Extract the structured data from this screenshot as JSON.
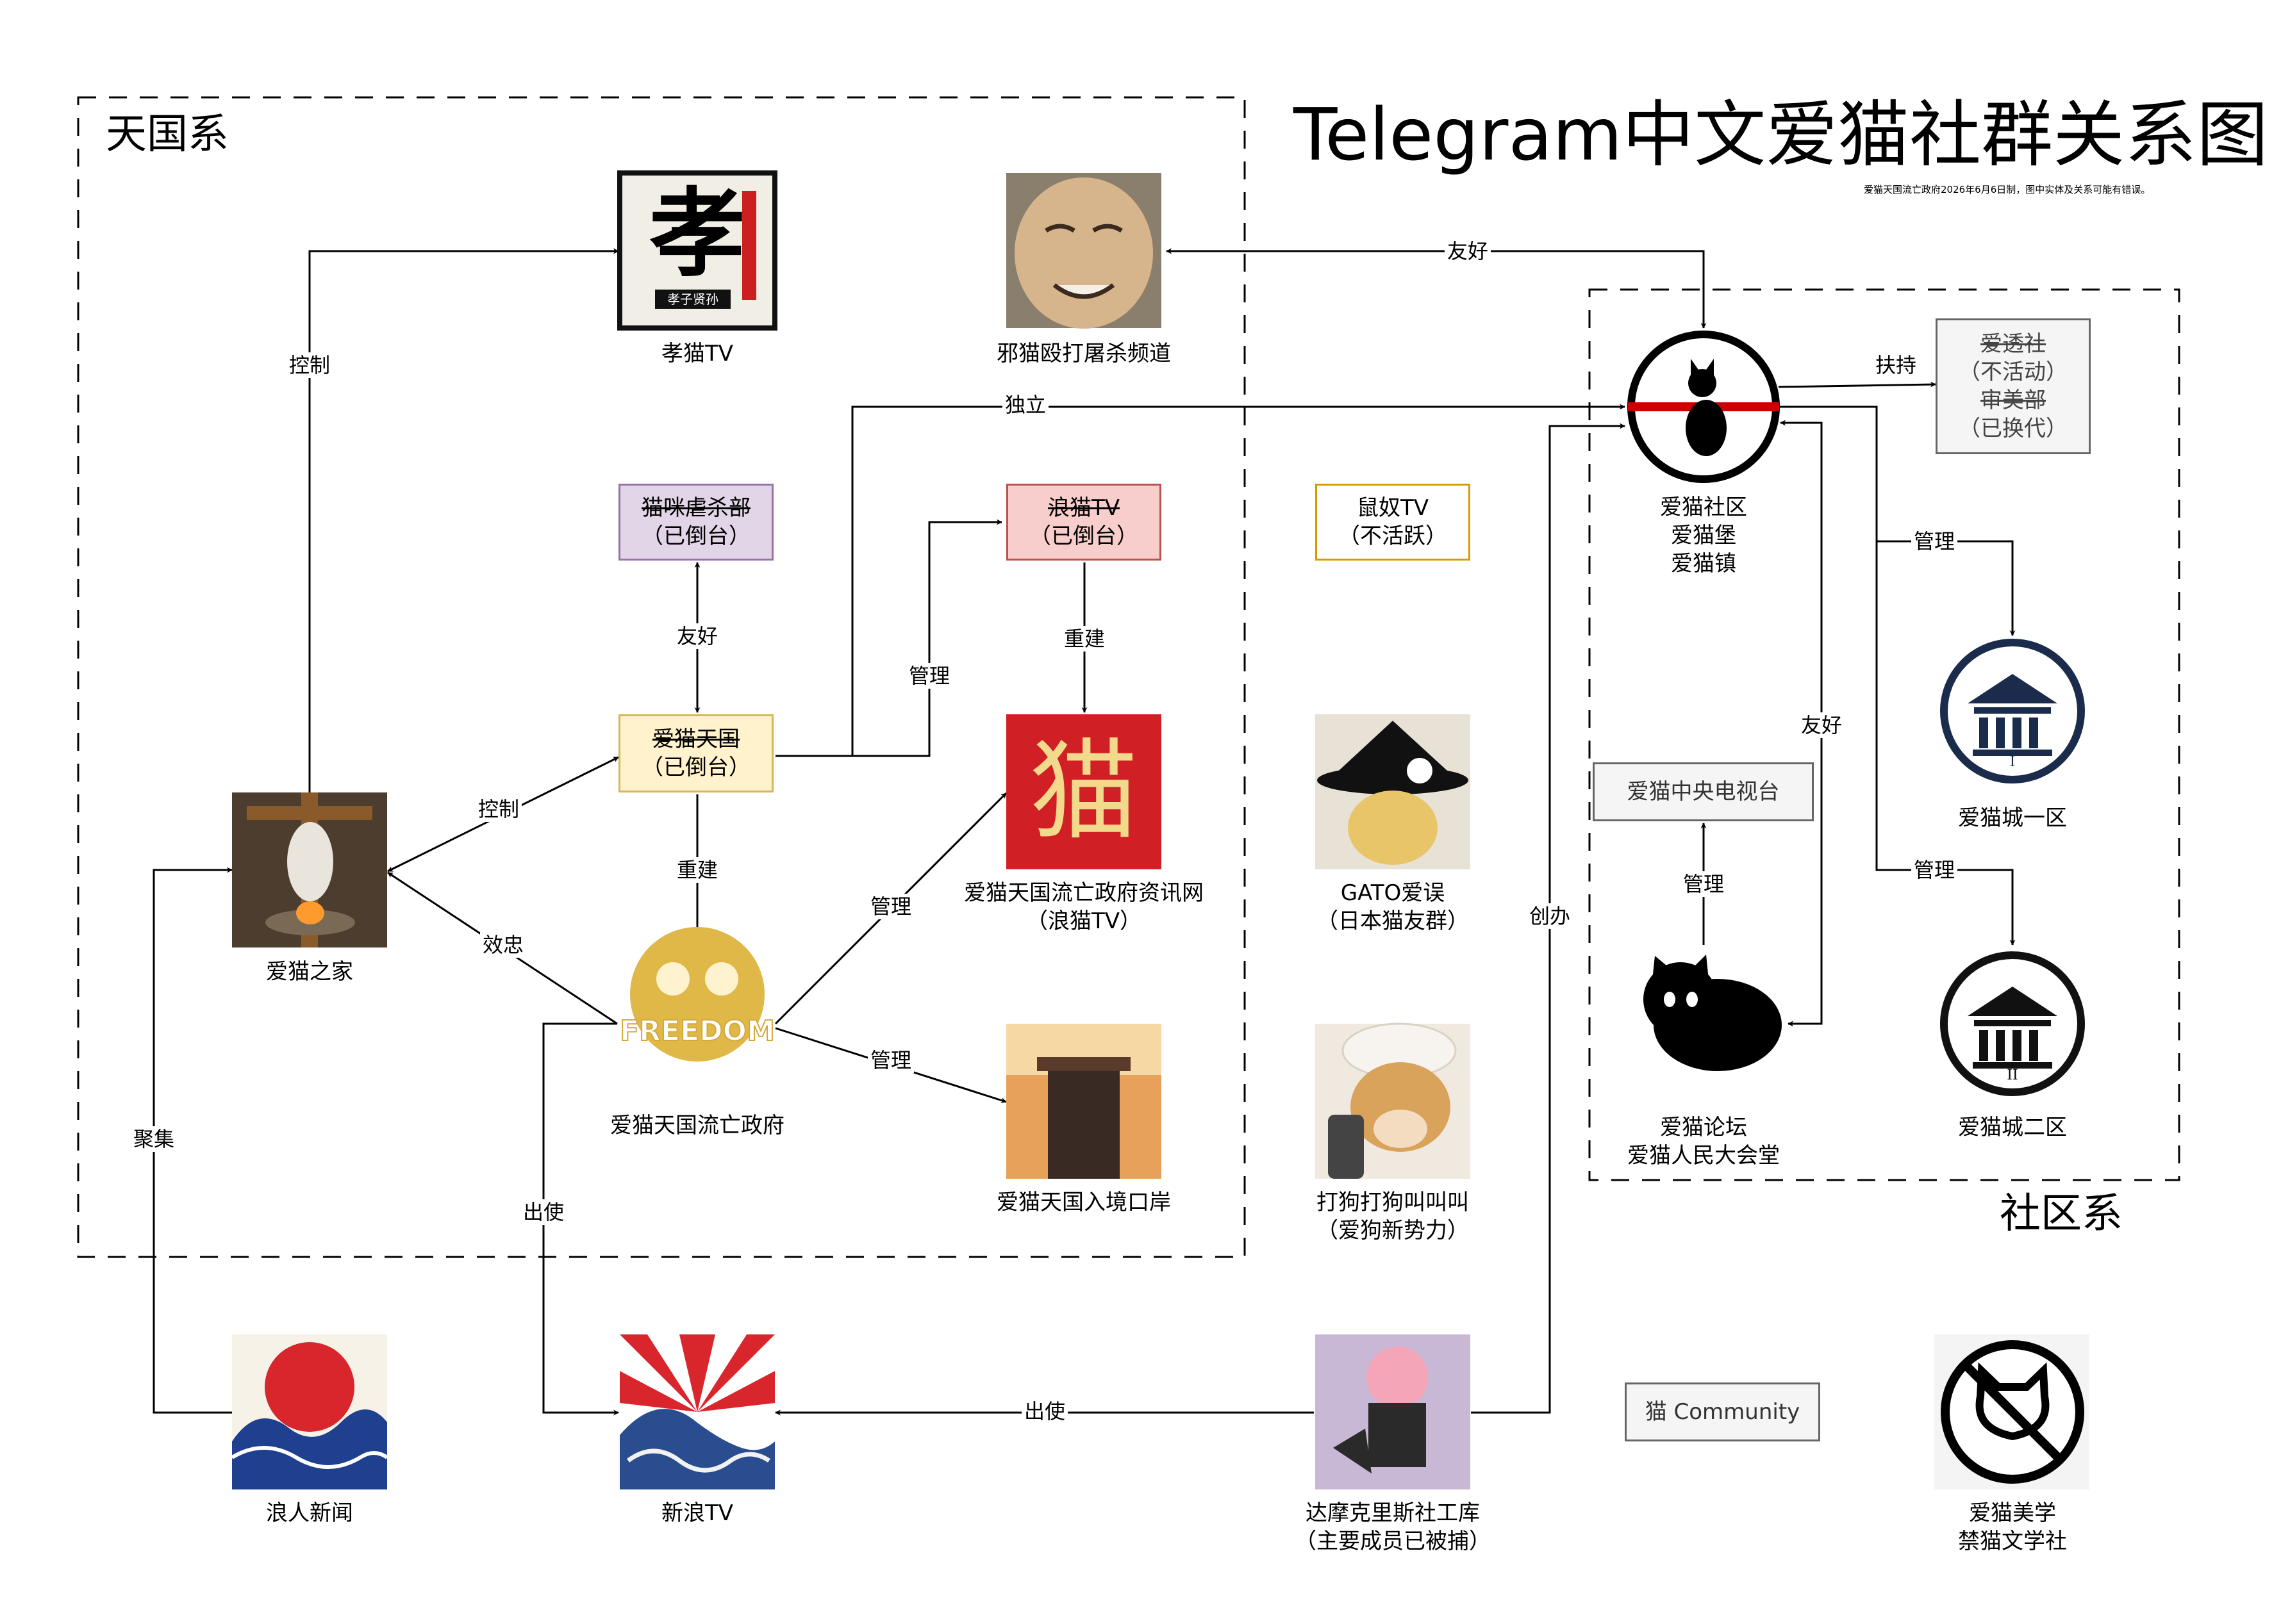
{
  "title": "Telegram中文爱猫社群关系图",
  "subtitle": "爱猫天国流亡政府2026年6月6日制，图中实体及关系可能有错误。",
  "regions": {
    "heaven": "天国系",
    "community": "社区系"
  },
  "nodes": {
    "xiaomao": {
      "label": "孝猫TV",
      "img_char": "孝",
      "img_caption": "孝子贤孙"
    },
    "xiemao": {
      "label": "邪猫殴打屠杀频道"
    },
    "maomi_nuesha": {
      "label1": "猫咪虐杀部",
      "label2": "（已倒台）"
    },
    "langmao_old": {
      "label1": "浪猫TV",
      "label2": "（已倒台）"
    },
    "shunu": {
      "label1": "鼠奴TV",
      "label2": "（不活跃）"
    },
    "tianguo": {
      "label1": "爱猫天国",
      "label2": "（已倒台）"
    },
    "zixun": {
      "label1": "爱猫天国流亡政府资讯网",
      "label2": "（浪猫TV）",
      "img_char": "猫"
    },
    "gato": {
      "label1": "GATO爱误",
      "label2": "（日本猫友群）"
    },
    "aimao_home": {
      "label": "爱猫之家"
    },
    "exile_gov": {
      "label": "爱猫天国流亡政府",
      "img_text": "FREEDOM"
    },
    "port": {
      "label": "爱猫天国入境口岸"
    },
    "dagou": {
      "label1": "打狗打狗叫叫叫",
      "label2": "（爱狗新势力）"
    },
    "community": {
      "label1": "爱猫社区",
      "label2": "爱猫堡",
      "label3": "爱猫镇"
    },
    "aitou": {
      "label1": "爱透社",
      "label2": "（不活动）",
      "label3": "审美部",
      "label4": "（已换代）"
    },
    "cctv": {
      "label": "爱猫中央电视台"
    },
    "forum": {
      "label1": "爱猫论坛",
      "label2": "爱猫人民大会堂"
    },
    "city1": {
      "label": "爱猫城一区",
      "numeral": "I"
    },
    "city2": {
      "label": "爱猫城二区",
      "numeral": "II"
    },
    "ronin": {
      "label": "浪人新闻"
    },
    "xinlang": {
      "label": "新浪TV"
    },
    "damokles": {
      "label1": "达摩克里斯社工库",
      "label2": "（主要成员已被捕）"
    },
    "mao_community": {
      "label": "猫 Community"
    },
    "aesthetics": {
      "label1": "爱猫美学",
      "label2": "禁猫文学社"
    }
  },
  "edges": {
    "control_xiaomao": "控制",
    "friendly_xiemao": "友好",
    "independent": "独立",
    "friendly_nuesha": "友好",
    "manage_langmao": "管理",
    "rebuild_zixun": "重建",
    "control_tianguo": "控制",
    "rebuild_exile": "重建",
    "loyalty": "效忠",
    "manage_zixun": "管理",
    "manage_port": "管理",
    "gather": "聚集",
    "envoy_xinlang": "出使",
    "envoy_damokles": "出使",
    "found": "创办",
    "support_aitou": "扶持",
    "manage_city1": "管理",
    "manage_city2": "管理",
    "friendly_forum": "友好",
    "manage_cctv": "管理"
  },
  "colors": {
    "purple_fill": "#e1d5e7",
    "purple_stroke": "#9673a6",
    "red_fill": "#f8cecc",
    "red_stroke": "#b85450",
    "orange_fill": "#ffffff",
    "orange_stroke": "#d79b00",
    "yellow_fill": "#fff2cc",
    "yellow_stroke": "#d6b656",
    "gray_fill": "#f5f5f5",
    "gray_stroke": "#666666",
    "community_bar": "#cc0000"
  }
}
